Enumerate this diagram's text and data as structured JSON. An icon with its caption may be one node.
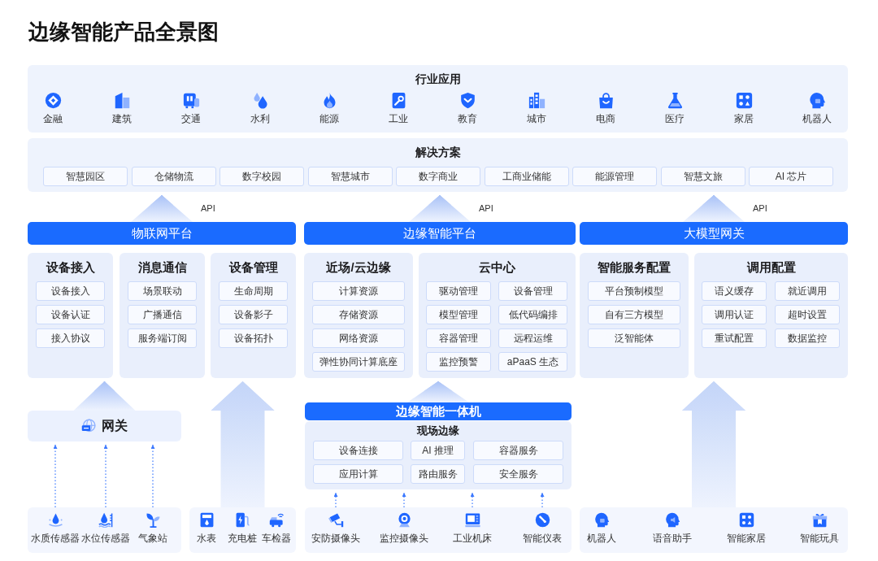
{
  "diagram": {
    "title": "边缘智能产品全景图",
    "nodes": [
      {
        "text": [
          "行业应用"
        ]
      },
      {
        "text": [
          "金融"
        ],
        "in": 0
      },
      {
        "text": [
          "建筑"
        ],
        "in": 0
      },
      {
        "text": [
          "交通"
        ],
        "in": 0
      },
      {
        "text": [
          "水利"
        ],
        "in": 0
      },
      {
        "text": [
          "能源"
        ],
        "in": 0
      },
      {
        "text": [
          "工业"
        ],
        "in": 0
      },
      {
        "text": [
          "教育"
        ],
        "in": 0
      },
      {
        "text": [
          "城市"
        ],
        "in": 0
      },
      {
        "text": [
          "电商"
        ],
        "in": 0
      },
      {
        "text": [
          "医疗"
        ],
        "in": 0
      },
      {
        "text": [
          "家居"
        ],
        "in": 0
      },
      {
        "text": [
          "机器人"
        ],
        "in": 0
      },
      {
        "text": [
          "解决方案"
        ]
      },
      {
        "text": [
          "智慧园区"
        ],
        "in": 13
      },
      {
        "text": [
          "仓储物流"
        ],
        "in": 13
      },
      {
        "text": [
          "数字校园"
        ],
        "in": 13
      },
      {
        "text": [
          "智慧城市"
        ],
        "in": 13
      },
      {
        "text": [
          "数字商业"
        ],
        "in": 13
      },
      {
        "text": [
          "工商业储能"
        ],
        "in": 13
      },
      {
        "text": [
          "能源管理"
        ],
        "in": 13
      },
      {
        "text": [
          "智慧文旅"
        ],
        "in": 13
      },
      {
        "text": [
          "AI 芯片"
        ],
        "in": 13
      },
      {
        "text": [
          "物联网平台"
        ]
      },
      {
        "text": [
          "设备接入"
        ]
      },
      {
        "text": [
          "设备接入"
        ],
        "in": 24
      },
      {
        "text": [
          "设备认证"
        ],
        "in": 24
      },
      {
        "text": [
          "接入协议"
        ],
        "in": 24
      },
      {
        "text": [
          "消息通信"
        ]
      },
      {
        "text": [
          "场景联动"
        ],
        "in": 28
      },
      {
        "text": [
          "广播通信"
        ],
        "in": 28
      },
      {
        "text": [
          "服务端订阅"
        ],
        "in": 28
      },
      {
        "text": [
          "设备管理"
        ]
      },
      {
        "text": [
          "生命周期"
        ],
        "in": 32
      },
      {
        "text": [
          "设备影子"
        ],
        "in": 32
      },
      {
        "text": [
          "设备拓扑"
        ],
        "in": 32
      },
      {
        "text": [
          "边缘智能平台"
        ]
      },
      {
        "text": [
          "近场/云边缘"
        ]
      },
      {
        "text": [
          "计算资源"
        ],
        "in": 37
      },
      {
        "text": [
          "存储资源"
        ],
        "in": 37
      },
      {
        "text": [
          "网络资源"
        ],
        "in": 37
      },
      {
        "text": [
          "弹性协同计算底座"
        ],
        "in": 37
      },
      {
        "text": [
          "云中心"
        ]
      },
      {
        "text": [
          "驱动管理"
        ],
        "in": 42
      },
      {
        "text": [
          "设备管理"
        ],
        "in": 42
      },
      {
        "text": [
          "模型管理"
        ],
        "in": 42
      },
      {
        "text": [
          "低代码编排"
        ],
        "in": 42
      },
      {
        "text": [
          "容器管理"
        ],
        "in": 42
      },
      {
        "text": [
          "远程运维"
        ],
        "in": 42
      },
      {
        "text": [
          "监控预警"
        ],
        "in": 42
      },
      {
        "text": [
          "aPaaS 生态"
        ],
        "in": 42
      },
      {
        "text": [
          "大模型网关"
        ]
      },
      {
        "text": [
          "智能服务配置"
        ]
      },
      {
        "text": [
          "平台预制模型"
        ],
        "in": 52
      },
      {
        "text": [
          "自有三方模型"
        ],
        "in": 52
      },
      {
        "text": [
          "泛智能体"
        ],
        "in": 52
      },
      {
        "text": [
          "调用配置"
        ]
      },
      {
        "text": [
          "语义缓存"
        ],
        "in": 56
      },
      {
        "text": [
          "就近调用"
        ],
        "in": 56
      },
      {
        "text": [
          "调用认证"
        ],
        "in": 56
      },
      {
        "text": [
          "超时设置"
        ],
        "in": 56
      },
      {
        "text": [
          "重试配置"
        ],
        "in": 56
      },
      {
        "text": [
          "数据监控"
        ],
        "in": 56
      },
      {
        "text": [
          "网关"
        ]
      },
      {
        "text": [
          "边缘智能一体机"
        ]
      },
      {
        "text": [
          "现场边缘"
        ]
      },
      {
        "text": [
          "设备连接"
        ],
        "in": 65
      },
      {
        "text": [
          "AI 推理"
        ],
        "in": 65
      },
      {
        "text": [
          "容器服务"
        ],
        "in": 65
      },
      {
        "text": [
          "应用计算"
        ],
        "in": 65
      },
      {
        "text": [
          "路由服务"
        ],
        "in": 65
      },
      {
        "text": [
          "安全服务"
        ],
        "in": 65
      },
      {
        "text": [],
        "shape": "box"
      },
      {
        "text": [
          "水质传感器"
        ],
        "in": 72
      },
      {
        "text": [
          "水位传感器"
        ],
        "in": 72
      },
      {
        "text": [
          "气象站"
        ],
        "in": 72
      },
      {
        "text": [],
        "shape": "box"
      },
      {
        "text": [
          "水表"
        ],
        "in": 76
      },
      {
        "text": [
          "充电桩"
        ],
        "in": 76
      },
      {
        "text": [
          "车检器"
        ],
        "in": 76
      },
      {
        "text": [],
        "shape": "box"
      },
      {
        "text": [
          "安防摄像头"
        ],
        "in": 80
      },
      {
        "text": [
          "监控摄像头"
        ],
        "in": 80
      },
      {
        "text": [
          "工业机床"
        ],
        "in": 80
      },
      {
        "text": [
          "智能仪表"
        ],
        "in": 80
      },
      {
        "text": [],
        "shape": "box"
      },
      {
        "text": [
          "机器人"
        ],
        "in": 85
      },
      {
        "text": [
          "语音助手"
        ],
        "in": 85
      },
      {
        "text": [
          "智能家居"
        ],
        "in": 85
      },
      {
        "text": [
          "智能玩具"
        ],
        "in": 85
      }
    ],
    "edges": [
      {
        "from": 23,
        "to": 13,
        "arrow": "to",
        "label": "API",
        "color": "#a9c2f7"
      },
      {
        "from": 36,
        "to": 13,
        "arrow": "to",
        "label": "API",
        "color": "#a9c2f7"
      },
      {
        "from": 51,
        "to": 13,
        "arrow": "to",
        "label": "API",
        "color": "#a9c2f7"
      },
      {
        "from": 63,
        "to": 24,
        "arrow": "to",
        "color": "#a9c2f7"
      },
      {
        "from": 73,
        "to": 63,
        "arrow": "to",
        "style": "dashed"
      },
      {
        "from": 74,
        "to": 63,
        "arrow": "to",
        "style": "dashed"
      },
      {
        "from": 75,
        "to": 63,
        "arrow": "to",
        "style": "dashed"
      },
      {
        "from": 76,
        "to": 32,
        "arrow": "to",
        "style": "thick",
        "color": "#c3d5f8"
      },
      {
        "from": 64,
        "to": 42,
        "arrow": "to",
        "color": "#a9c2f7"
      },
      {
        "from": 81,
        "to": 65,
        "arrow": "to",
        "style": "dashed"
      },
      {
        "from": 82,
        "to": 65,
        "arrow": "to",
        "style": "dashed"
      },
      {
        "from": 83,
        "to": 65,
        "arrow": "to",
        "style": "dashed"
      },
      {
        "from": 84,
        "to": 65,
        "arrow": "to",
        "style": "dashed"
      },
      {
        "from": 85,
        "to": 56,
        "arrow": "to",
        "style": "thick",
        "color": "#c3d5f8"
      }
    ]
  }
}
